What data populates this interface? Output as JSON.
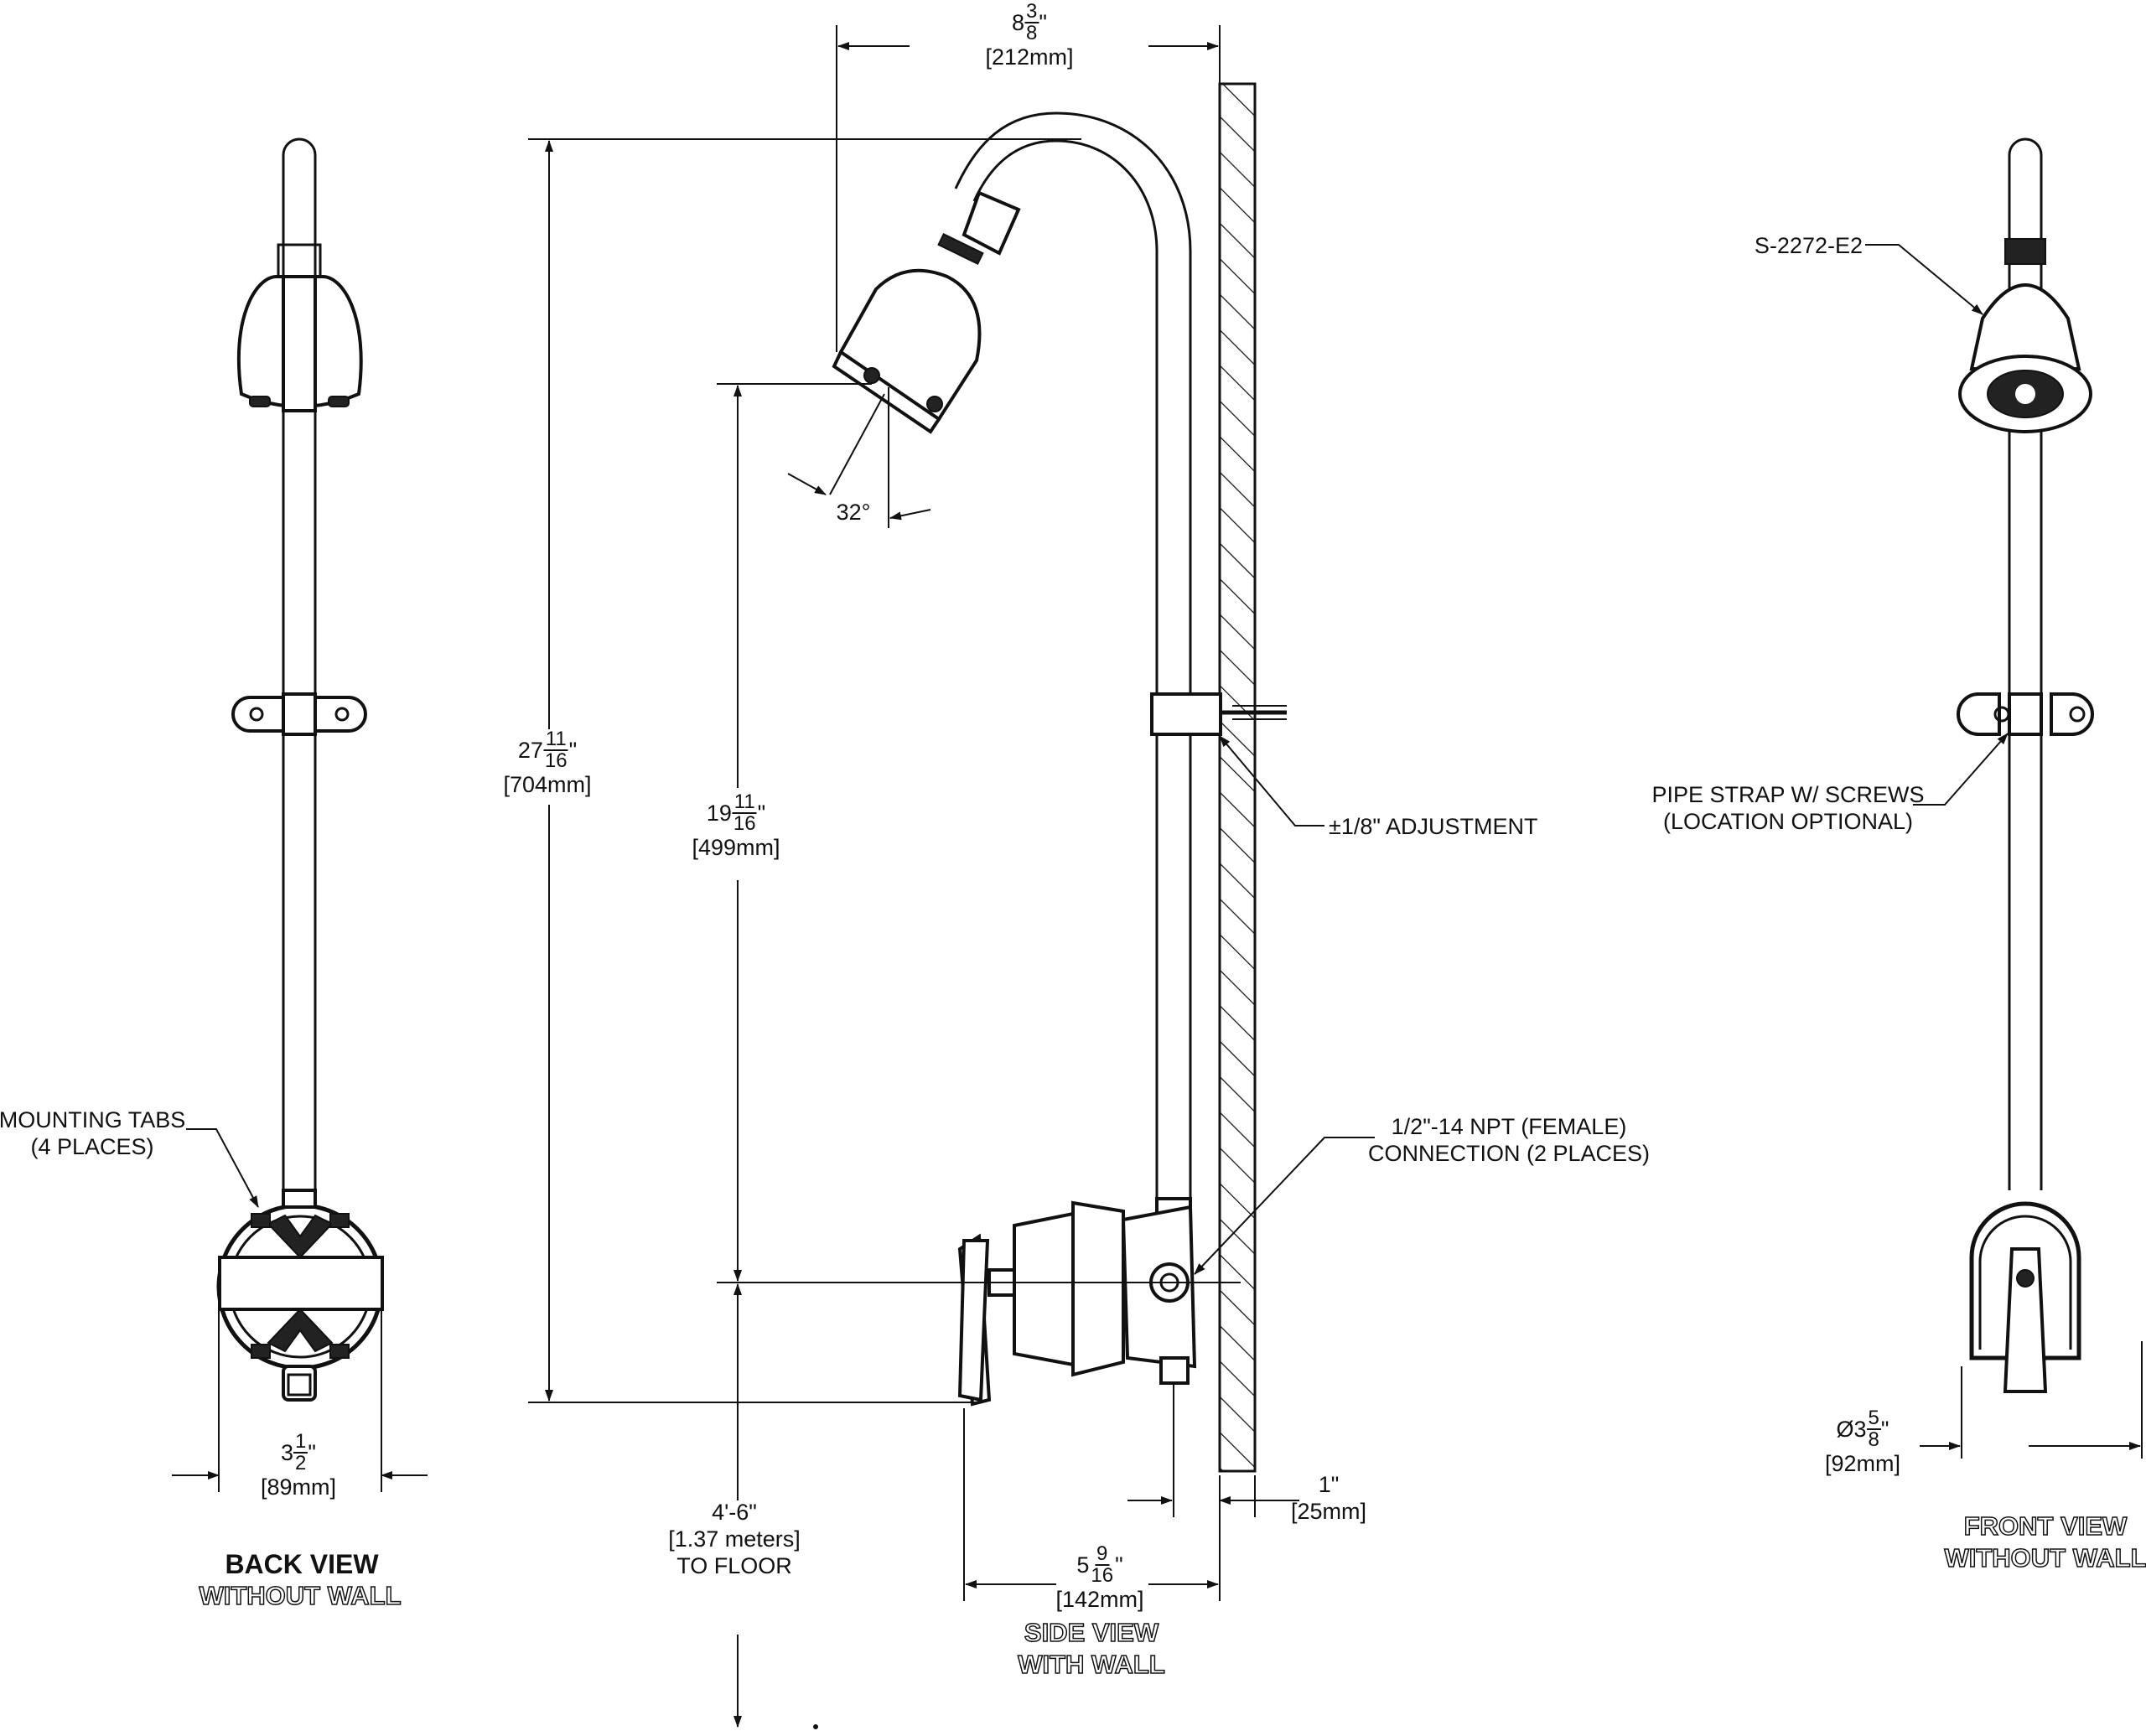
{
  "views": {
    "back": {
      "title": "BACK VIEW",
      "subtitle": "WITHOUT WALL"
    },
    "side": {
      "title": "SIDE VIEW",
      "subtitle": "WITH WALL"
    },
    "front": {
      "title": "FRONT VIEW",
      "subtitle": "WITHOUT WALL"
    }
  },
  "dims": {
    "top_width": {
      "whole": "8",
      "num": "3",
      "den": "8",
      "unit": "\"",
      "metric": "[212mm]"
    },
    "overall_height": {
      "whole": "27",
      "num": "11",
      "den": "16",
      "unit": "\"",
      "metric": "[704mm]"
    },
    "head_height": {
      "whole": "19",
      "num": "11",
      "den": "16",
      "unit": "\"",
      "metric": "[499mm]"
    },
    "angle": "32°",
    "floor": {
      "line1": "4'-6\"",
      "line2": "[1.37 meters]",
      "line3": "TO FLOOR"
    },
    "projection": {
      "whole": "5",
      "num": "9",
      "den": "16",
      "unit": "\"",
      "metric": "[142mm]"
    },
    "wall": {
      "line1": "1\"",
      "line2": "[25mm]"
    },
    "back_width": {
      "whole": "3",
      "num": "1",
      "den": "2",
      "unit": "\"",
      "metric": "[89mm]"
    },
    "front_dia": {
      "whole": "Ø3",
      "num": "5",
      "den": "8",
      "unit": "\"",
      "metric": "[92mm]"
    }
  },
  "callouts": {
    "mounting_tabs": {
      "line1": "MOUNTING TABS",
      "line2": "(4 PLACES)"
    },
    "adjustment": "±1/8\" ADJUSTMENT",
    "connection": {
      "line1": "1/2\"-14 NPT (FEMALE)",
      "line2": "CONNECTION (2 PLACES)"
    },
    "model": "S-2272-E2",
    "pipe_strap": {
      "line1": "PIPE STRAP W/ SCREWS",
      "line2": "(LOCATION OPTIONAL)"
    }
  }
}
